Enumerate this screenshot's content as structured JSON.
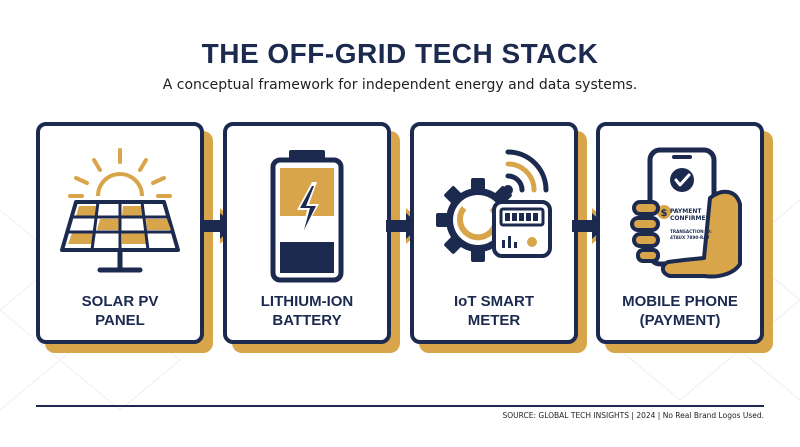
{
  "header": {
    "title": "THE OFF-GRID TECH STACK",
    "subtitle": "A conceptual framework for independent energy and data systems."
  },
  "stack": [
    {
      "label": "SOLAR PV\nPANEL",
      "icon": "solar-panel-icon"
    },
    {
      "label": "LITHIUM-ION\nBATTERY",
      "icon": "battery-icon"
    },
    {
      "label": "IoT SMART\nMETER",
      "icon": "smart-meter-icon"
    },
    {
      "label": "MOBILE PHONE\n(PAYMENT)",
      "icon": "mobile-phone-icon"
    }
  ],
  "phone_screen": {
    "status": "PAYMENT\nCONFIRMED",
    "currency_symbol": "$",
    "transaction": "TRANSACTION ID:\n4TAUX 7890-RAV"
  },
  "footer": {
    "source": "SOURCE: GLOBAL TECH INSIGHTS | 2024 | No Real Brand Logos Used."
  },
  "colors": {
    "navy": "#1c2a4f",
    "gold": "#d9a54a",
    "background": "#ffffff"
  }
}
